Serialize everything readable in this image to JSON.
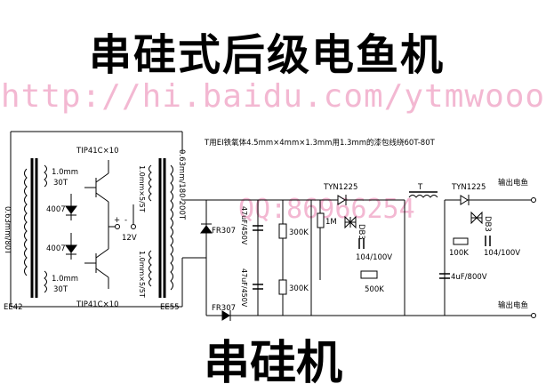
{
  "title": "串硅式后级电鱼机",
  "subtitle": "串硅机",
  "watermark": "http://hi.baidu.com/ytmwooo",
  "watermark_number": "QQ:86966254",
  "note": "T用EI铁氧体4.5mm×4mm×1.3mm用1.3mm的漆包线绕60T-80T",
  "labels": {
    "transistor_top": "TIP41C×10",
    "transistor_bottom": "TIP41C×10",
    "core_left": "EE42",
    "core_right": "EE55",
    "primary_left": "0.63mm/80T",
    "winding_top": "1.0mm\n30T",
    "winding_top_l1": "1.0mm",
    "winding_top_l2": "30T",
    "winding_bottom_l1": "1.0mm",
    "winding_bottom_l2": "30T",
    "diode_top": "4007",
    "diode_bottom": "4007",
    "sec_top": "1.0mm×5/5T",
    "sec_bottom": "1.0mm×5/5T",
    "output_winding": "0.63mm/180-200T",
    "supply": "12V",
    "plus": "+",
    "minus": "-",
    "diode_fr_top": "FR307",
    "diode_fr_bottom": "FR307",
    "cap_top": "47uF/450V",
    "cap_bottom": "47uF/450V",
    "res_top": "300K",
    "res_bottom": "300K",
    "scr_left": "TYN1225",
    "res_1m": "1M",
    "db_left": "DB3",
    "cap_left": "104/100V",
    "pot": "500K",
    "transformer_t": "T",
    "scr_right": "TYN1225",
    "db_right": "DB3",
    "res_100k": "100K",
    "cap_right": "104/100V",
    "cap_4uf": "4uF/800V",
    "out_top": "输出电鱼",
    "out_bottom": "输出电鱼"
  }
}
